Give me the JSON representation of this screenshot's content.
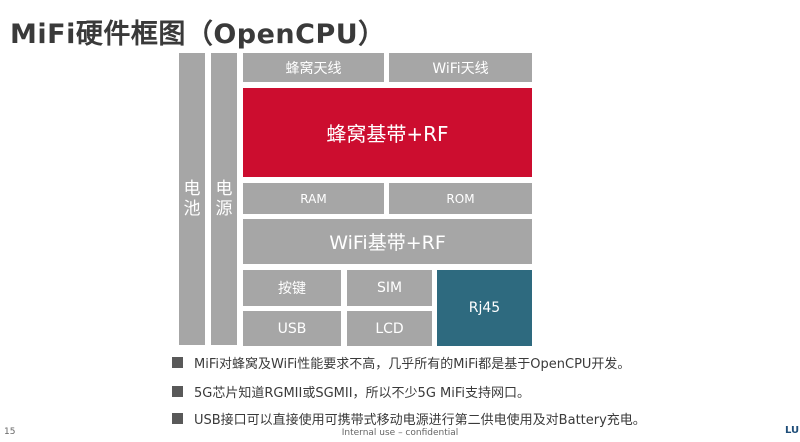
{
  "slide": {
    "title": "MiFi硬件框图（OpenCPU）",
    "page_number": "15",
    "footer": "Internal use – confidential",
    "logo_text": "LU"
  },
  "diagram": {
    "battery": [
      "电",
      "池"
    ],
    "power": [
      "电",
      "源"
    ],
    "cellular_antenna": "蜂窝天线",
    "wifi_antenna": "WiFi天线",
    "cellular_baseband": "蜂窝基带+RF",
    "ram": "RAM",
    "rom": "ROM",
    "wifi_baseband": "WiFi基带+RF",
    "keys": "按键",
    "sim": "SIM",
    "usb": "USB",
    "lcd": "LCD",
    "rj45": "Rj45"
  },
  "colors": {
    "block_gray": "#a6a6a6",
    "cellular_red": "#cc0d2f",
    "rj45_teal": "#2e6a7f",
    "bullet_square": "#595959"
  },
  "bullets": [
    "MiFi对蜂窝及WiFi性能要求不高，几乎所有的MiFi都是基于OpenCPU开发。",
    "5G芯片知道RGMII或SGMII，所以不少5G MiFi支持网口。",
    "USB接口可以直接使用可携带式移动电源进行第二供电使用及对Battery充电。"
  ]
}
